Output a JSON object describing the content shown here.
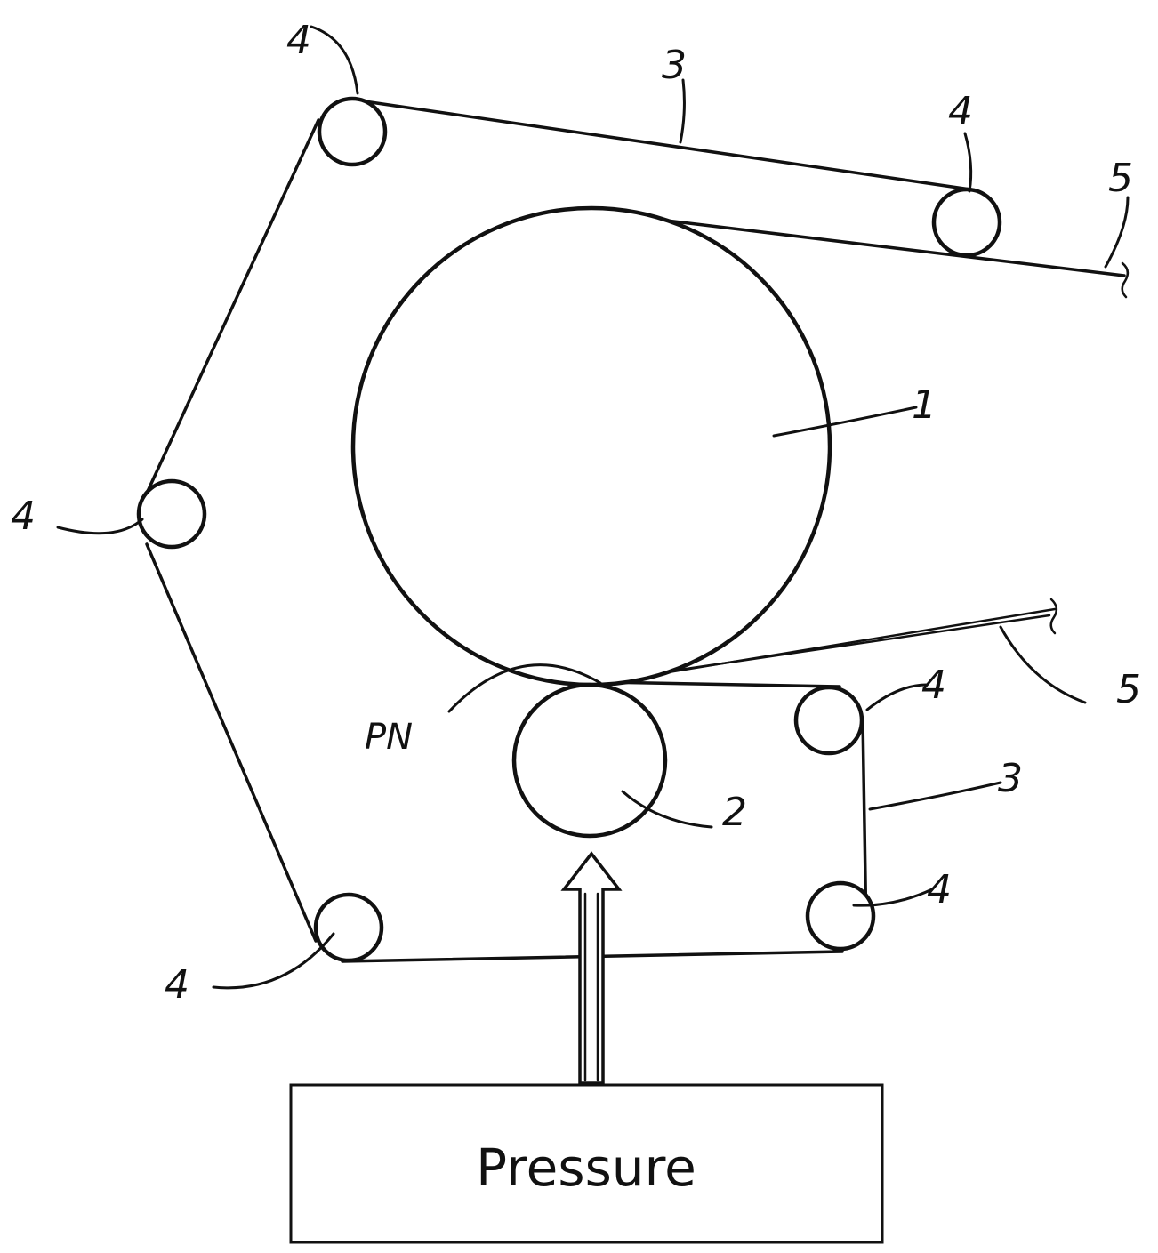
{
  "labels": {
    "main_roll": "1",
    "press_roll": "2",
    "belt_upper": "3",
    "belt_lower": "3",
    "guide_roll": "4",
    "web": "5",
    "nip": "PN",
    "pressure_box": "Pressure"
  }
}
